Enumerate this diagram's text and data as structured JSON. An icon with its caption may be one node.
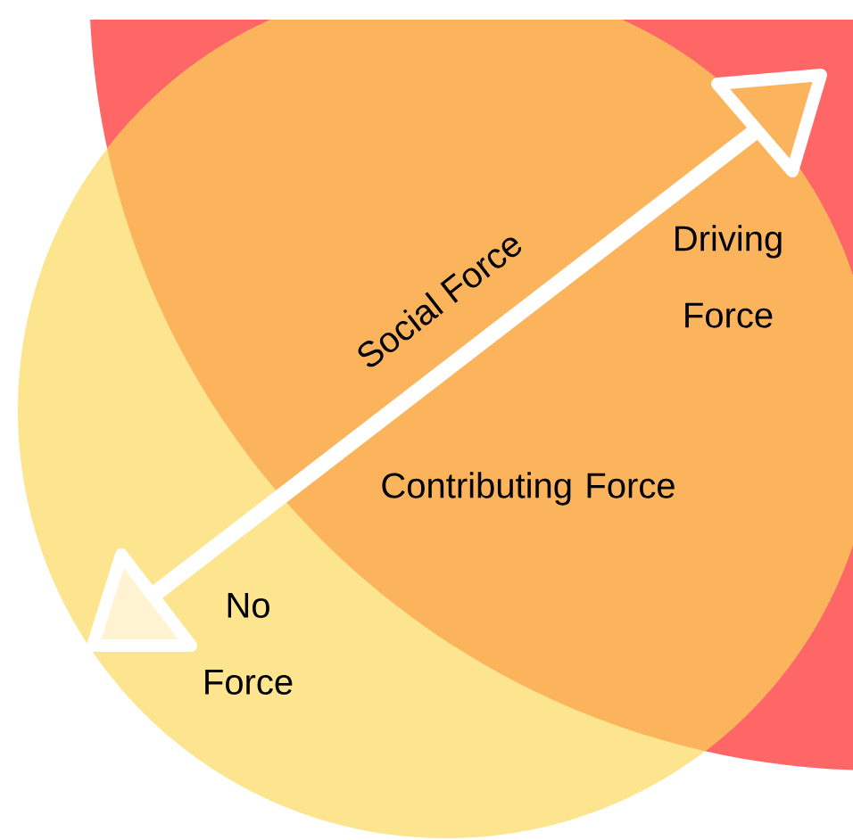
{
  "diagram": {
    "labels": [
      "Social Force",
      "Driving Force",
      "Contributing Force",
      "No Force"
    ]
  }
}
